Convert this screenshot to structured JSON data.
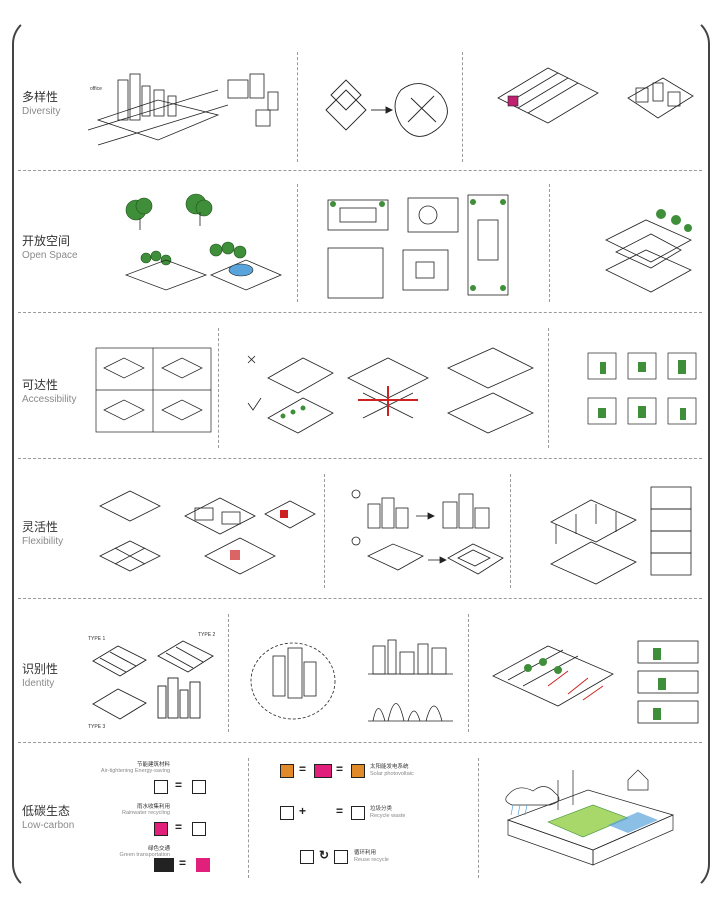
{
  "categories": [
    {
      "id": "diversity",
      "zh": "多样性",
      "en": "Diversity"
    },
    {
      "id": "open-space",
      "zh": "开放空间",
      "en": "Open Space"
    },
    {
      "id": "accessibility",
      "zh": "可达性",
      "en": "Accessibility"
    },
    {
      "id": "flexibility",
      "zh": "灵活性",
      "en": "Flexibility"
    },
    {
      "id": "identity",
      "zh": "识别性",
      "en": "Identity"
    },
    {
      "id": "low-carbon",
      "zh": "低碳生态",
      "en": "Low-carbon"
    }
  ],
  "sketch_text": {
    "office": "office",
    "type1": "TYPE 1",
    "type2": "TYPE 2",
    "type3": "TYPE 3"
  },
  "lowcarbon_captions": {
    "c1_zh": "节能建筑材料",
    "c1_en": "Air-tightening Energy-saving",
    "c2_zh": "雨水收集利用",
    "c2_en": "Rainwater recycling",
    "c3_zh": "绿色交通",
    "c3_en": "Green transportation",
    "c4_zh": "太阳能发电系统",
    "c4_en": "Solar photovoltaic",
    "c5_zh": "垃圾分类",
    "c5_en": "Recycle waste",
    "c6_zh": "循环利用",
    "c6_en": "Reuse recycle"
  },
  "colors": {
    "magenta": "#e0207a",
    "orange": "#e08a2a",
    "green": "#3f8f3a",
    "lime": "#a8d86a",
    "blue": "#5aa4dc",
    "red": "#cc2222"
  }
}
